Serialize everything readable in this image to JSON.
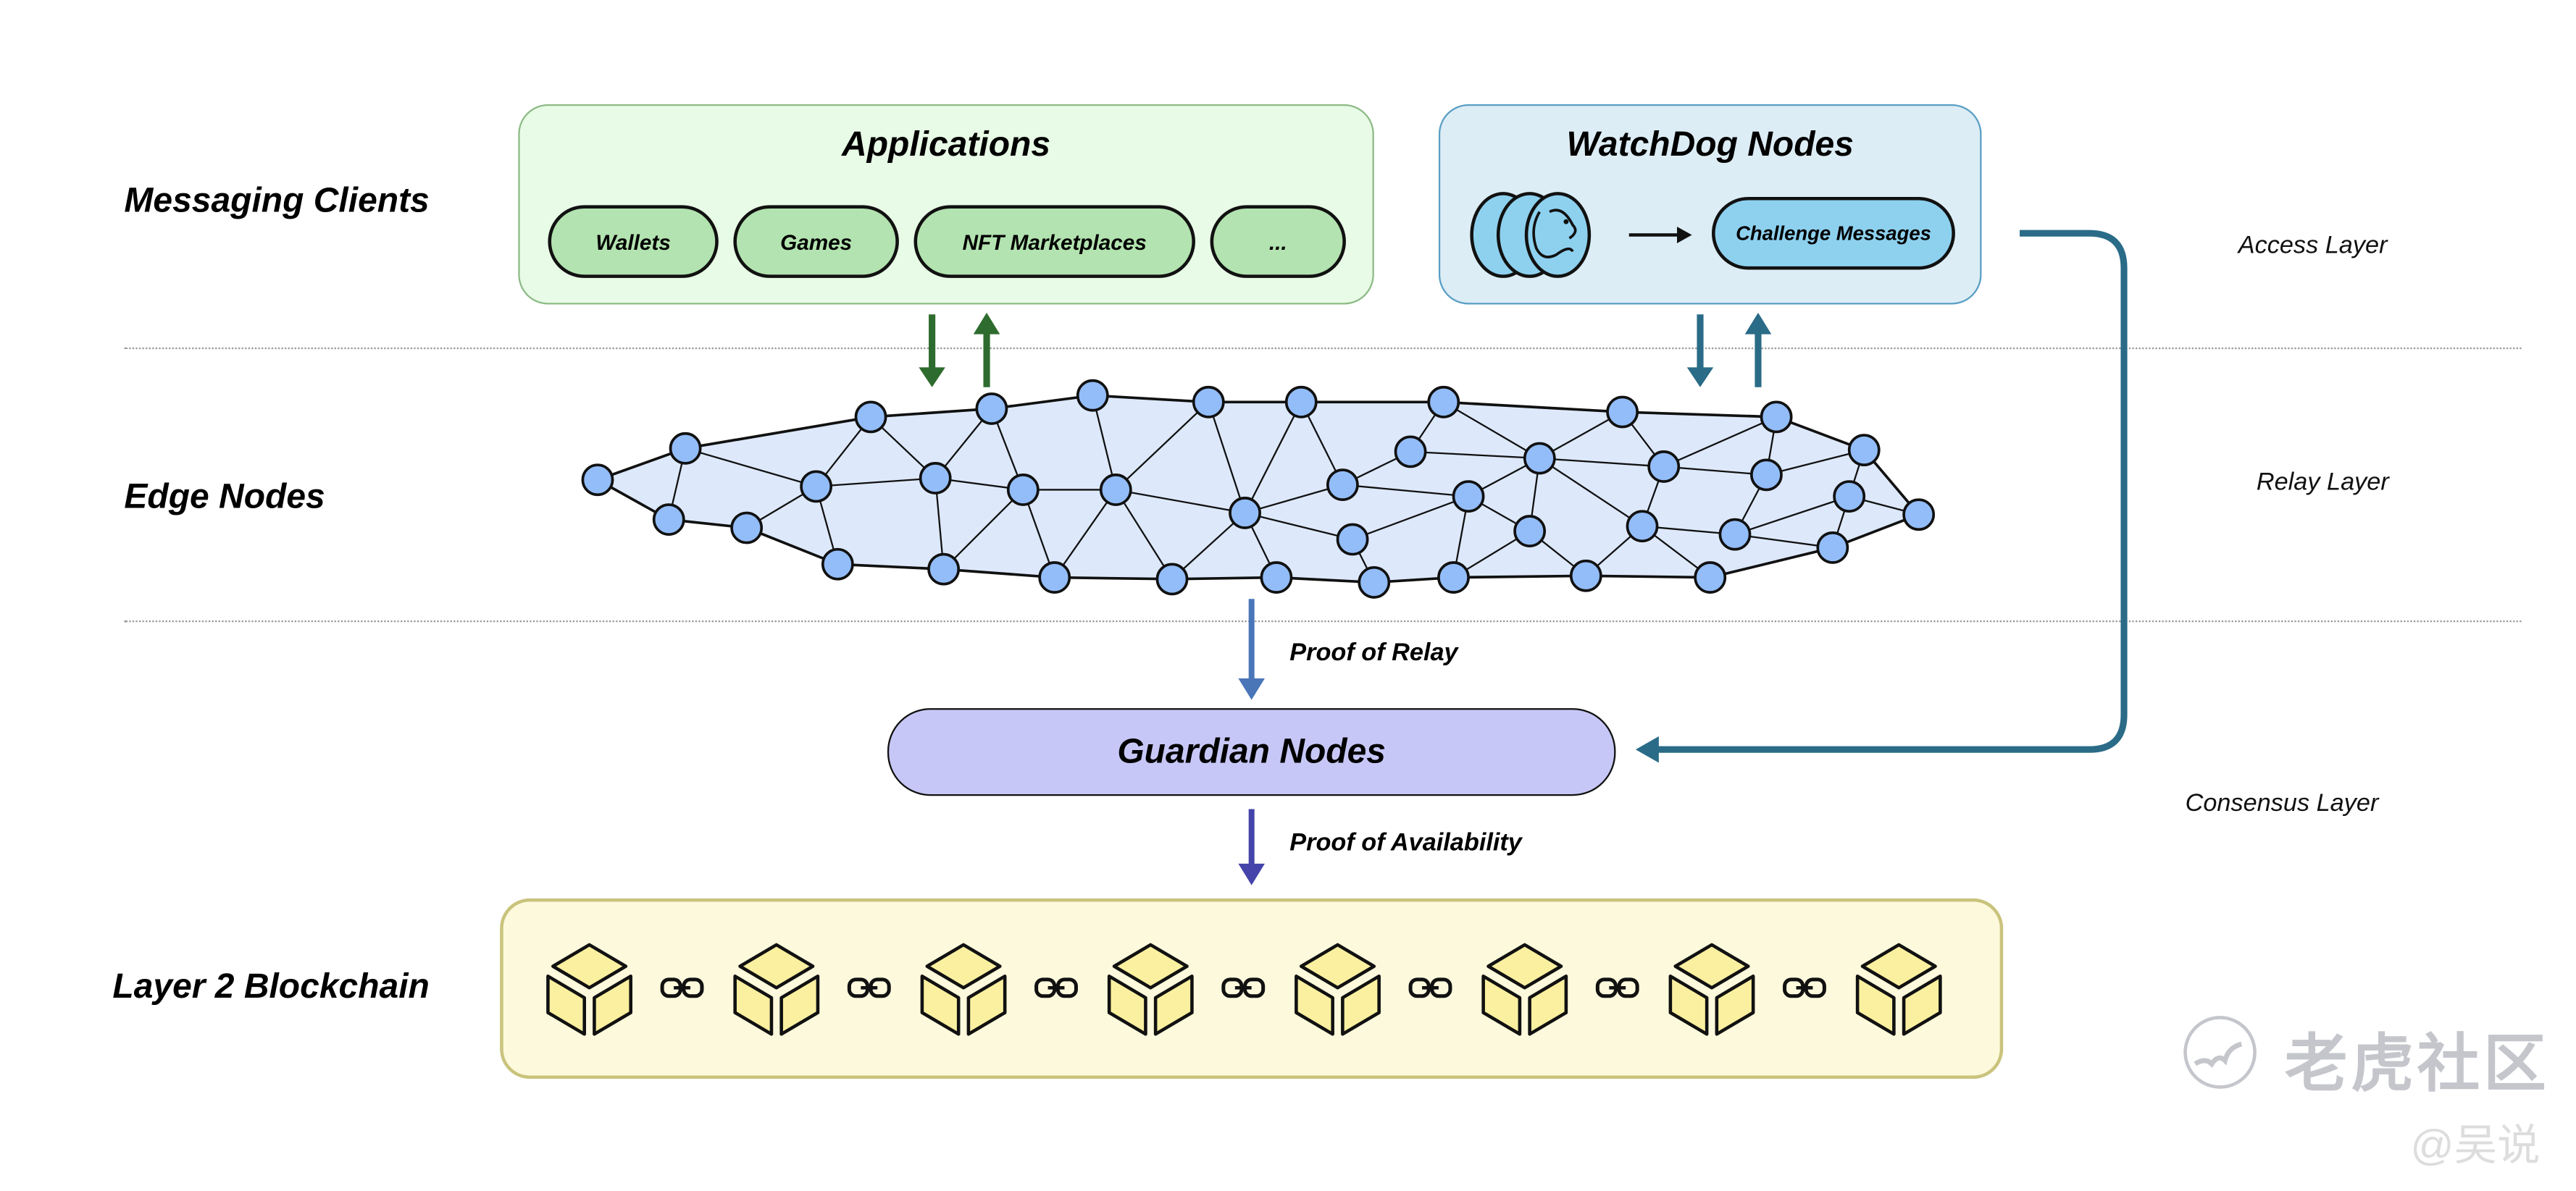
{
  "layers": {
    "messaging_clients": "Messaging Clients",
    "edge_nodes": "Edge Nodes",
    "layer2": "Layer 2 Blockchain",
    "access": "Access Layer",
    "relay": "Relay Layer",
    "consensus": "Consensus Layer"
  },
  "applications": {
    "title": "Applications",
    "items": [
      "Wallets",
      "Games",
      "NFT Marketplaces",
      "..."
    ]
  },
  "watchdog": {
    "title": "WatchDog Nodes",
    "challenge": "Challenge Messages"
  },
  "guardian": {
    "title": "Guardian Nodes"
  },
  "proofs": {
    "relay": "Proof of Relay",
    "availability": "Proof of Availability"
  },
  "blockchain": {
    "block_count": 8
  },
  "watermark": {
    "brand": "老虎社区",
    "author": "@吴说"
  },
  "colors": {
    "app_bg": "#e8fbe6",
    "app_border": "#8dbb86",
    "app_pill": "#b3e3b0",
    "watchdog_bg": "#ddedf5",
    "watchdog_border": "#5a9fc4",
    "watchdog_pill": "#8ed1ef",
    "green_arrow": "#2e6b2e",
    "teal_arrow": "#2a6b87",
    "relay_arrow": "#4a76b8",
    "avail_arrow": "#4444aa",
    "guardian_bg": "#c7c7f7",
    "net_fill": "#dde9fb",
    "node_fill": "#93bdf8",
    "chain_bg": "#fdf9dc",
    "chain_border": "#c9c37d",
    "block_fill": "#faf0a0"
  }
}
